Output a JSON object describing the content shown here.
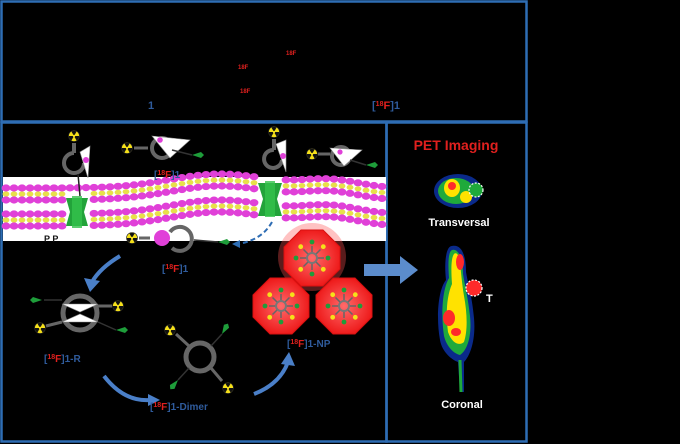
{
  "top_panel": {
    "iso_labels": [
      "18F",
      "18F",
      "18F"
    ],
    "precursor_label": "1",
    "product_label": {
      "bracket_open": "[",
      "iso": "18",
      "element": "F",
      "bracket_close": "]",
      "suffix": "1"
    }
  },
  "cell_panel": {
    "labels": {
      "probe_on_membrane": {
        "iso": "18",
        "element": "F",
        "suffix": "1"
      },
      "probe_inside": {
        "iso": "18",
        "element": "F",
        "suffix": "1"
      },
      "reduced": {
        "iso": "18",
        "element": "F",
        "suffix": "1-R"
      },
      "dimer": {
        "iso": "18",
        "element": "F",
        "suffix": "1-Dimer"
      },
      "nanoparticle": {
        "iso": "18",
        "element": "F",
        "suffix": "1-NP"
      },
      "partial_text": "P P"
    }
  },
  "pet_panel": {
    "title": "PET Imaging",
    "transversal_label": "Transversal",
    "coronal_label": "Coronal",
    "tumor_label": "T"
  },
  "colors": {
    "frame_blue": "#2e6db4",
    "label_blue": "#2f5b9c",
    "label_red": "#e0201e",
    "lipid_pink": "#e040d8",
    "lipid_yellow": "#e8e04a",
    "receptor_green": "#22a33a",
    "nanoparticle_red": "#ee1c1c"
  }
}
